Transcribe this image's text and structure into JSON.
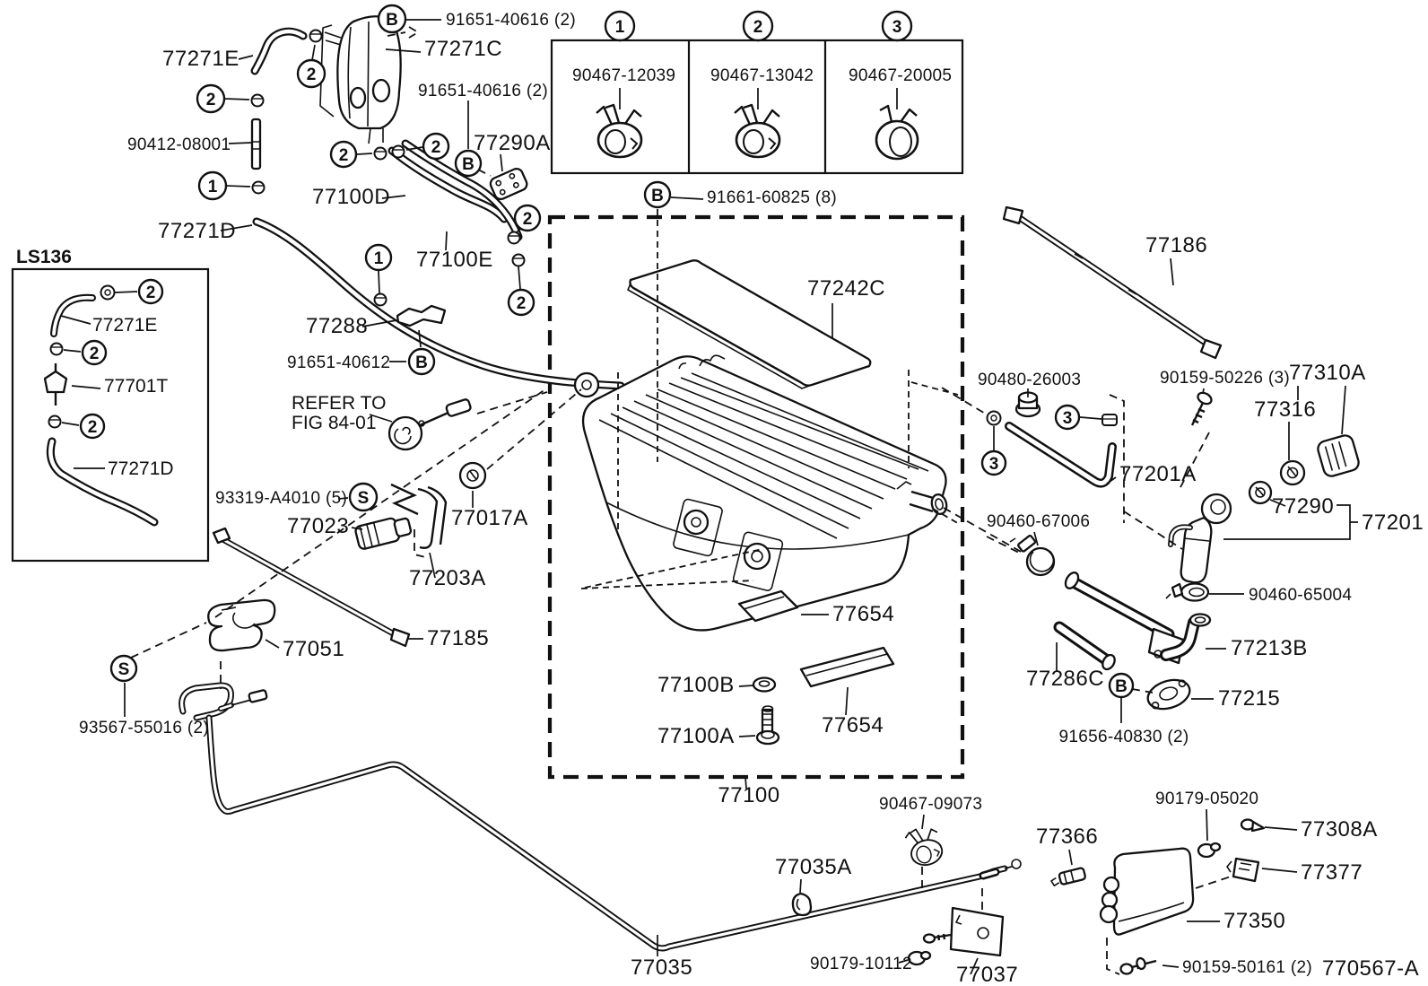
{
  "figure": {
    "code": "770567-A",
    "variant_box_title": "LS136",
    "note_line1": "REFER TO",
    "note_line2": "FIG 84-01"
  },
  "colors": {
    "ink": "#111111",
    "paper": "#ffffff"
  },
  "symbols": {
    "n1": "1",
    "n2": "2",
    "n3": "3",
    "b": "B",
    "s": "S"
  },
  "clamp_table": {
    "items": [
      {
        "num": "1",
        "part": "90467-12039"
      },
      {
        "num": "2",
        "part": "90467-13042"
      },
      {
        "num": "3",
        "part": "90467-20005"
      }
    ]
  },
  "labels": {
    "l77271e_top": "77271E",
    "l91651_40616_a": "91651-40616 (2)",
    "l77271c": "77271C",
    "l90412_08001": "90412-08001",
    "l91651_40616_b": "91651-40616 (2)",
    "l77290a": "77290A",
    "l77100d": "77100D",
    "l77271d": "77271D",
    "l77100e": "77100E",
    "l77288": "77288",
    "l91651_40612": "91651-40612",
    "l93319": "93319-A4010 (5)",
    "l77023": "77023",
    "l77017a": "77017A",
    "l77203a": "77203A",
    "l77051": "77051",
    "l77185": "77185",
    "l93567": "93567-55016 (2)",
    "ls_77271e": "77271E",
    "ls_77701t": "77701T",
    "ls_77271d": "77271D",
    "l91661_60825": "91661-60825 (8)",
    "l77242c": "77242C",
    "l77654_top": "77654",
    "l77100b": "77100B",
    "l77654_bot": "77654",
    "l77100a": "77100A",
    "l77100": "77100",
    "l77186": "77186",
    "l90480_26003": "90480-26003",
    "l90159_50226": "90159-50226 (3)",
    "l77310a": "77310A",
    "l77316": "77316",
    "l77201a": "77201A",
    "l77290": "77290",
    "l77201": "77201",
    "l90460_67006": "90460-67006",
    "l90460_65004": "90460-65004",
    "l77213b": "77213B",
    "l77286c": "77286C",
    "l77215": "77215",
    "l91656_40830": "91656-40830 (2)",
    "l90467_09073": "90467-09073",
    "l77035a": "77035A",
    "l77035": "77035",
    "l90179_10112": "90179-10112",
    "l77037": "77037",
    "l77366": "77366",
    "l90179_05020": "90179-05020",
    "l77308a": "77308A",
    "l77377": "77377",
    "l77350": "77350",
    "l90159_50161": "90159-50161 (2)",
    "l770567a": "770567-A"
  }
}
